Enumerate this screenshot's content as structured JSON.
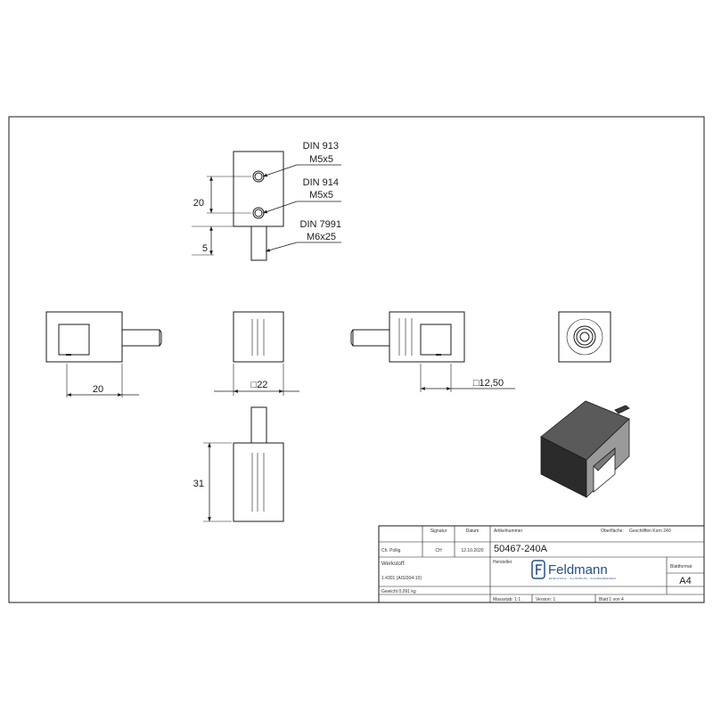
{
  "callouts": {
    "din913": {
      "standard": "DIN 913",
      "size": "M5x5"
    },
    "din914": {
      "standard": "DIN 914",
      "size": "M5x5"
    },
    "din7991": {
      "standard": "DIN 7991",
      "size": "M6x25"
    }
  },
  "dimensions": {
    "hole_spacing": "20",
    "offset_bottom": "5",
    "left_view_width": "20",
    "front_view_square": "□22",
    "right_view_square": "□12,50",
    "bottom_view_height": "31"
  },
  "title_block": {
    "headers": {
      "signature": "Signatur",
      "date": "Datum",
      "article_number": "Artikelnummer",
      "surface": "Oberfläche:",
      "surface_value": "Geschliffen Korn 240"
    },
    "author_row": {
      "name": "Ch. Pollig",
      "signature": "CH",
      "date": "12.10.2020"
    },
    "article_number_value": "50467-240A",
    "manufacturer_label": "Hersteller",
    "material_label": "Werkstoff:",
    "material_value": "1.4301 (AISI304-10)",
    "weight": "Gewicht 0,091 kg",
    "scale": "Massstab: 1:1",
    "version": "Version: 1",
    "sheet": "Blatt 1 von 4",
    "sheet_format_label": "Blattformat",
    "sheet_format_value": "A4",
    "logo_name": "Feldmann",
    "logo_tagline": "EDELSTAHL · ALUMINIUM · SCHMIEDEEISEN"
  },
  "colors": {
    "line": "#1a1a1a",
    "iso_dark": "#2b2b2b",
    "iso_mid": "#5a5a5a",
    "iso_light": "#9a9a9a",
    "logo_blue": "#234e8c"
  }
}
